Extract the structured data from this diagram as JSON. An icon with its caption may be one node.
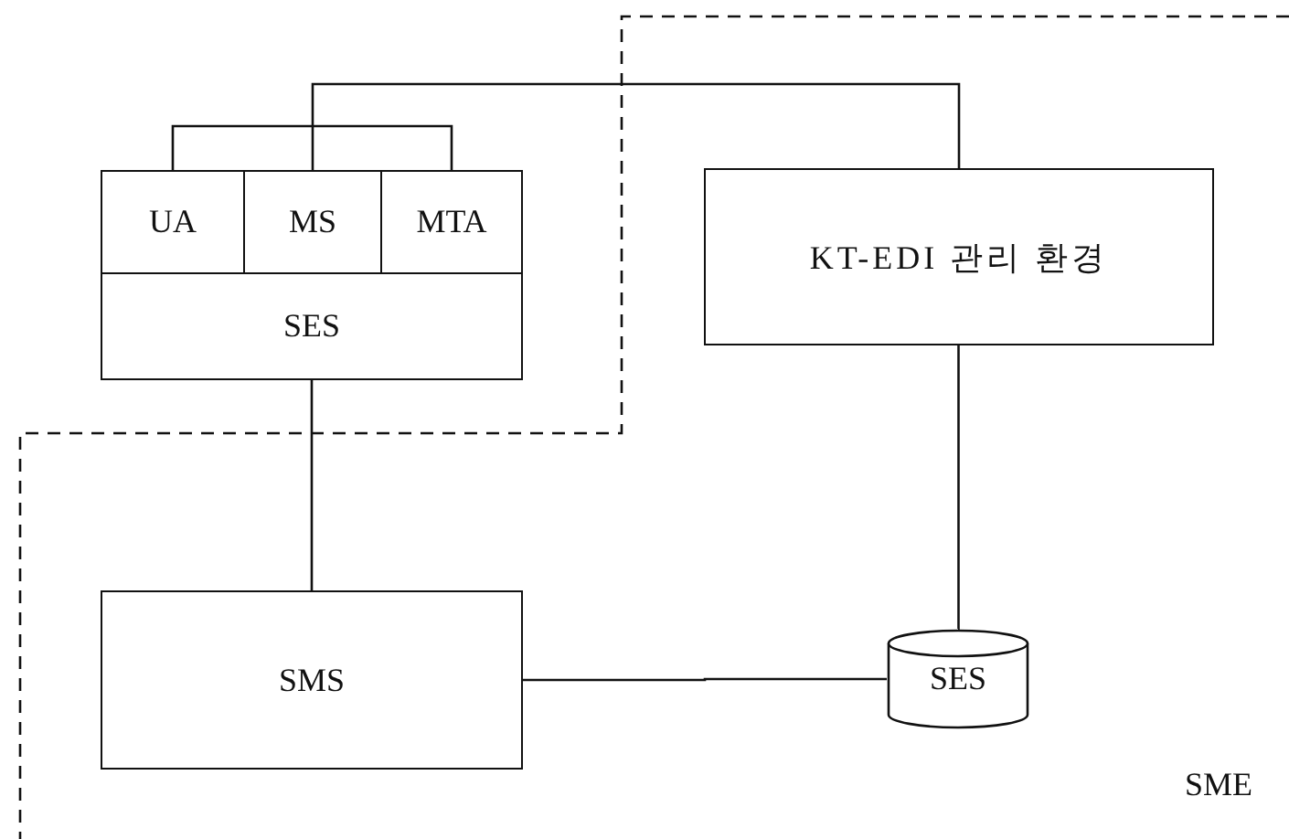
{
  "diagram": {
    "nodes": [
      {
        "text": [
          "UA"
        ]
      },
      {
        "text": [
          "MS"
        ]
      },
      {
        "text": [
          "MTA"
        ]
      },
      {
        "text": [
          "SES"
        ]
      },
      {
        "text": [
          "KT-EDI 관리 환경"
        ]
      },
      {
        "text": [
          "SMS"
        ]
      },
      {
        "text": [
          "SES"
        ]
      }
    ],
    "edges": [
      {
        "from": 0,
        "to": 2,
        "arrow": "none"
      },
      {
        "from": 1,
        "to": 4,
        "arrow": "none"
      },
      {
        "from": 3,
        "to": 5,
        "arrow": "none"
      },
      {
        "from": 4,
        "to": 6,
        "arrow": "none"
      },
      {
        "from": 5,
        "to": 6,
        "arrow": "none"
      }
    ],
    "labels": [
      "SME"
    ]
  }
}
